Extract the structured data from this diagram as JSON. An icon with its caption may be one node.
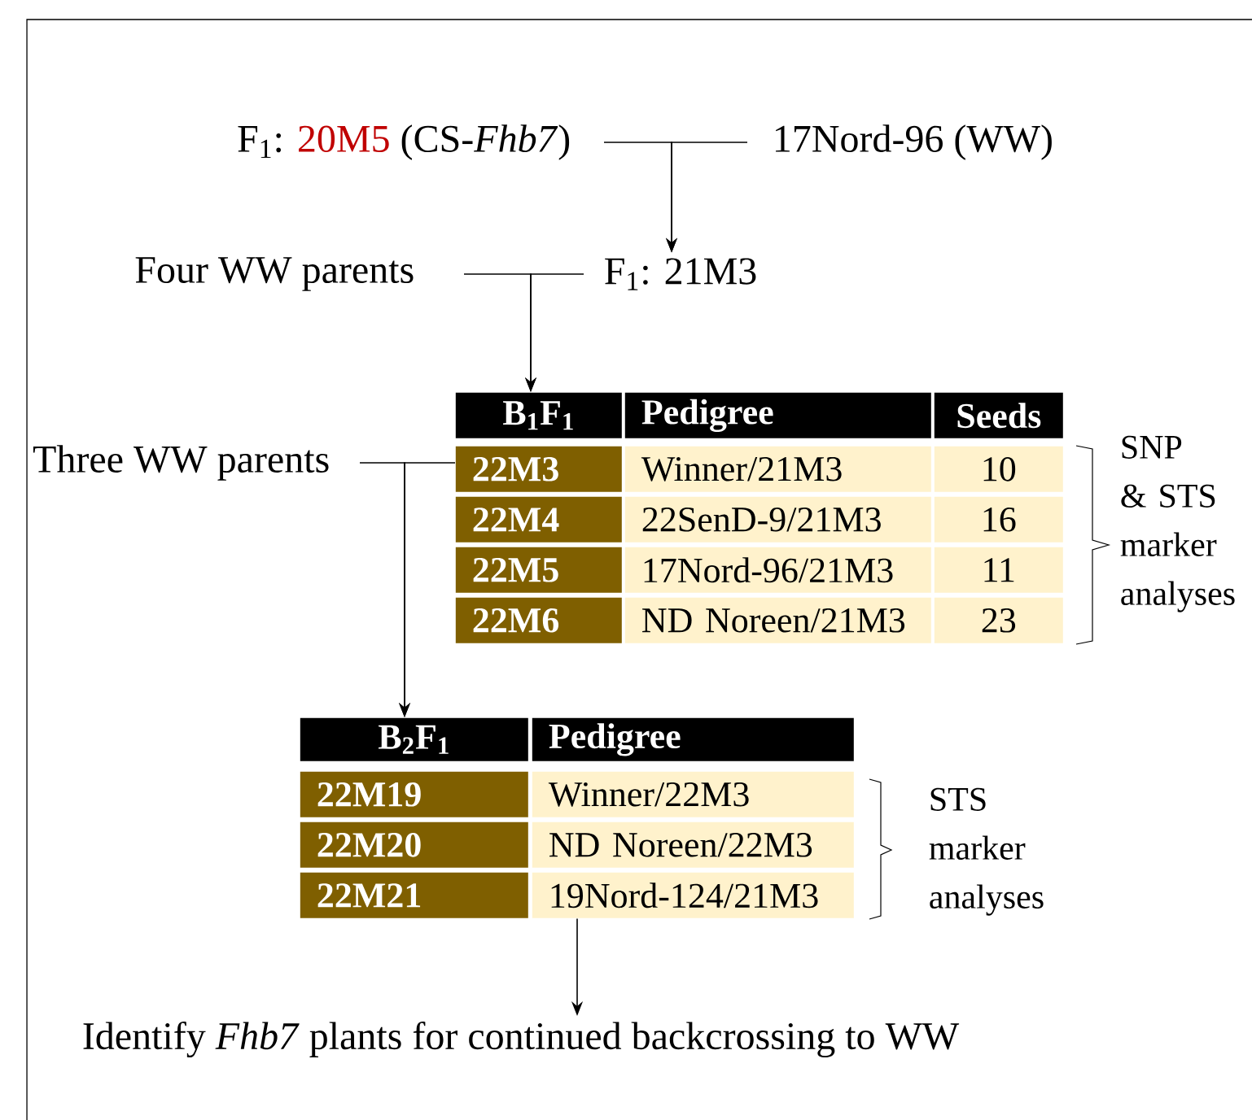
{
  "diagram": {
    "nodes": [
      {
        "text": [
          "F$_{1}$:",
          "20M5",
          "(CS-*Fhb7*)"
        ]
      },
      {
        "text": [
          "17Nord-96 (WW)"
        ]
      },
      {
        "text": [
          "Four WW parents"
        ]
      },
      {
        "text": [
          "F$_{1}$: 21M3"
        ]
      },
      {
        "text": [
          "B$_{1}$F$_{1}$",
          "Pedigree",
          "Seeds",
          "22M3",
          "Winner/21M3",
          "10",
          "22M4",
          "22SenD-9/21M3",
          "16",
          "22M5",
          "17Nord-96/21M3",
          "11",
          "22M6",
          "ND Noreen/21M3",
          "23"
        ]
      },
      {
        "text": [
          "Three WW parents"
        ]
      },
      {
        "text": [
          "B$_{2}$F$_{1}$",
          "Pedigree",
          "22M19",
          "Winner/22M3",
          "22M20",
          "ND Noreen/22M3",
          "22M21",
          "19Nord-124/21M3"
        ]
      },
      {
        "text": [
          "Identify *Fhb7* plants for continued backcrossing to WW"
        ]
      }
    ],
    "edges": [
      {
        "from": 0,
        "to": 3,
        "arrow": "to"
      },
      {
        "from": 1,
        "to": 3,
        "arrow": "to"
      },
      {
        "from": 2,
        "to": 4,
        "arrow": "to"
      },
      {
        "from": 3,
        "to": 4,
        "arrow": "to"
      },
      {
        "from": 5,
        "to": 6,
        "arrow": "to"
      },
      {
        "from": 4,
        "to": 6,
        "arrow": "to"
      },
      {
        "from": 6,
        "to": 7,
        "arrow": "to"
      }
    ],
    "labels": [
      "SNP & STS marker analyses",
      "STS marker analyses"
    ]
  }
}
